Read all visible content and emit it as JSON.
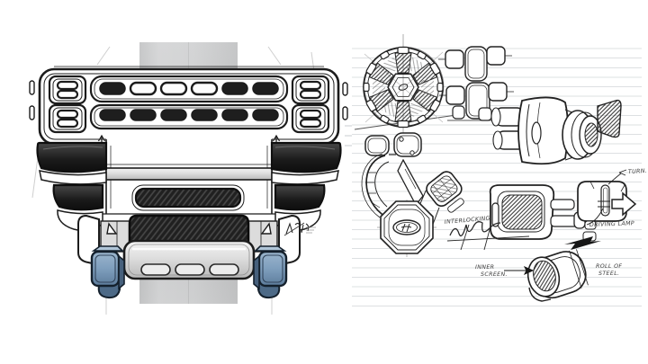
{
  "annotations": {
    "turn": "TURN.",
    "driving_lamp": "DRIVING LAMP",
    "interlocking": "INTERLOCKING",
    "inner_screen_line1": "INNER",
    "inner_screen_line2": "SCREEN.",
    "roll_of_steel_line1": "ROLL OF",
    "roll_of_steel_line2": "STEEL."
  },
  "colors": {
    "ink": "#1c1c1c",
    "paper_rule_line": "#dde0e2",
    "background_band_gray": "#cbcdce",
    "tow_hook_blue": "#7e9ebd",
    "tow_hook_blue_dark": "#4d6a87",
    "tow_hook_blue_light": "#b0c5d8",
    "skid_plate_silver": "#d9d9d9",
    "dark_pad": "#1f1f1f"
  }
}
